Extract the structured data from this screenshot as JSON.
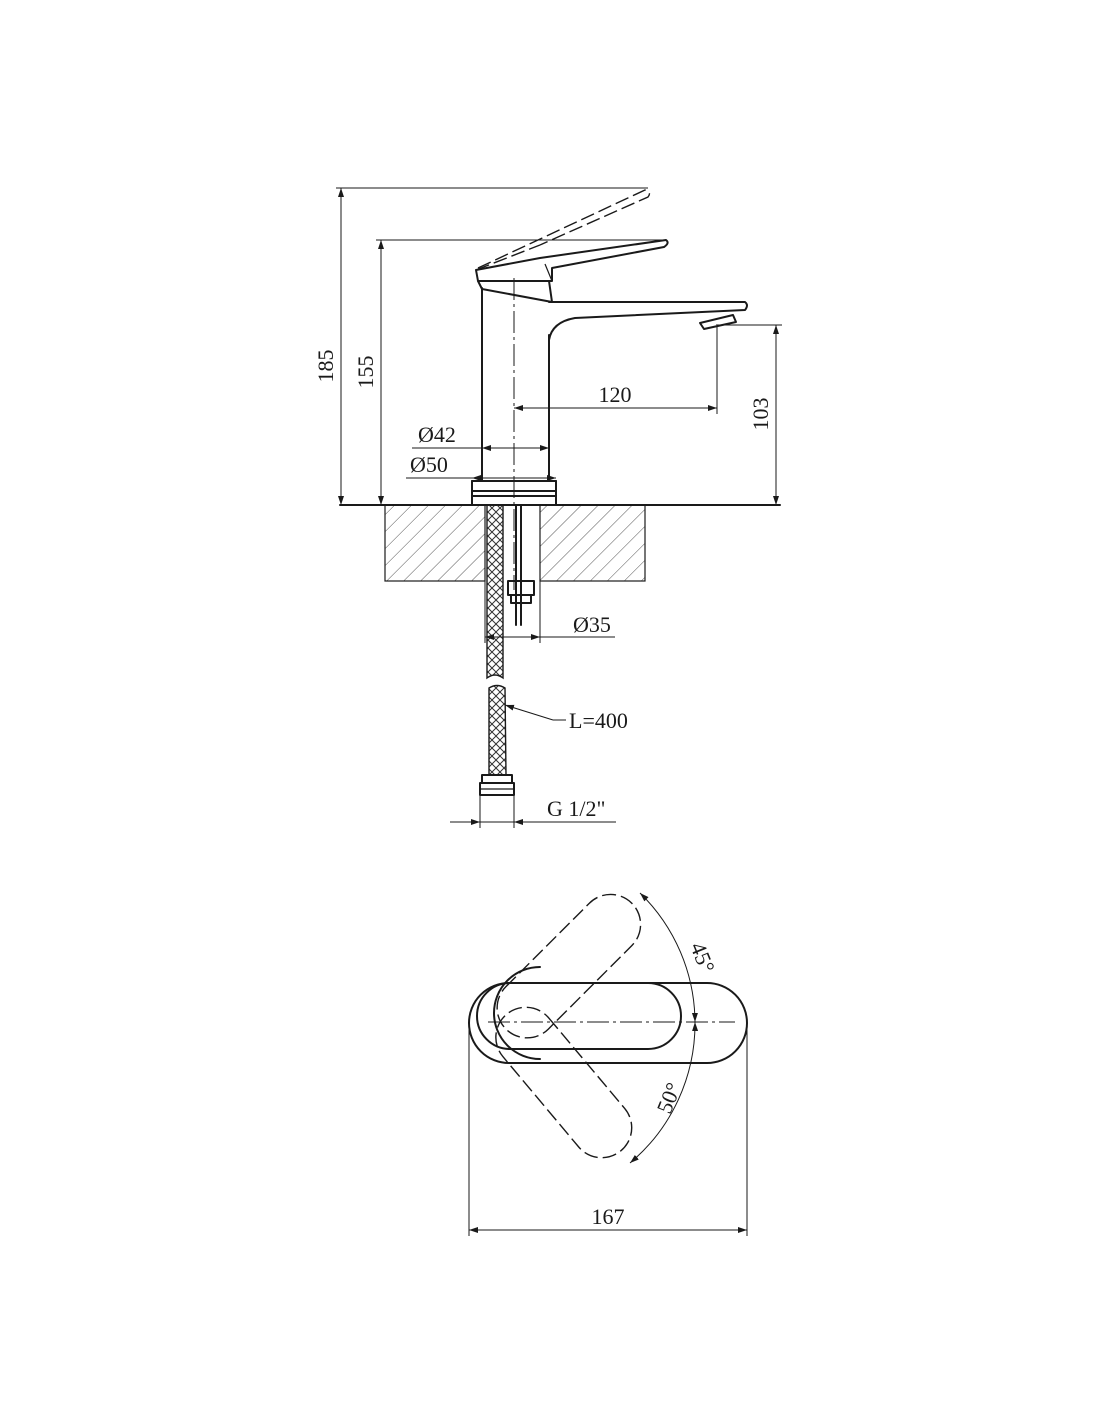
{
  "drawing": {
    "side_view": {
      "dimensions": {
        "total_height": "185",
        "spout_height_lever": "155",
        "spout_reach": "120",
        "outlet_height": "103",
        "body_diameter": "Ø42",
        "base_diameter": "Ø50",
        "mount_hole": "Ø35",
        "hose_length": "L=400",
        "thread": "G 1/2\""
      }
    },
    "top_view": {
      "angles": {
        "open_angle": "45°",
        "swing_angle": "50°"
      },
      "dimensions": {
        "total_length": "167"
      }
    }
  }
}
